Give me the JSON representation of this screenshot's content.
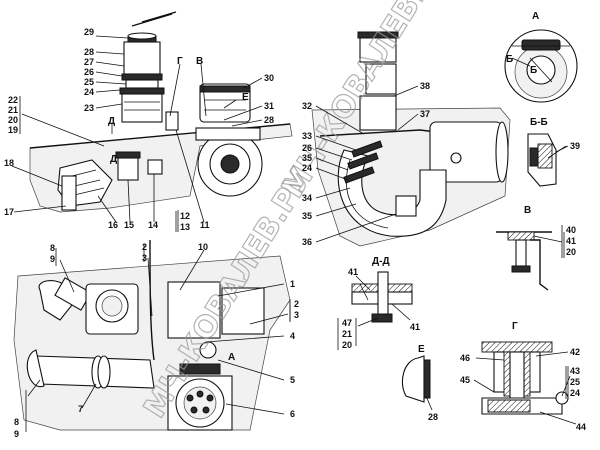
{
  "watermark": "МЧ-КОВАЛЕВ.РУ",
  "callouts": {
    "c29": "29",
    "c28a": "28",
    "c27": "27",
    "c26a": "26",
    "c25a": "25",
    "c24a": "24",
    "c23": "23",
    "c22": "22",
    "c21a": "21",
    "c20a": "20",
    "c19": "19",
    "cD1": "Д",
    "cD2": "Д",
    "cG1": "Г",
    "cV1": "В",
    "c30": "30",
    "cE1": "Е",
    "c31": "31",
    "c28b": "28",
    "c18": "18",
    "c17": "17",
    "c16": "16",
    "c15": "15",
    "c14": "14",
    "c12a": "12",
    "c13a": "13",
    "c11": "11",
    "c38": "38",
    "c32": "32",
    "c37": "37",
    "c33": "33",
    "c26b": "26",
    "c35a": "35",
    "c24b": "24",
    "c34": "34",
    "c35b": "35",
    "c36": "36",
    "cA_title": "А",
    "cB_in": "Б",
    "cB_out": "Б",
    "cBB_title": "Б-Б",
    "c39": "39",
    "cV_title": "В",
    "c40": "40",
    "c41a": "41",
    "c20b": "20",
    "c8a": "8",
    "c9a": "9",
    "c2": "2",
    "c3a": "3",
    "c10": "10",
    "c1": "1",
    "c2b": "2",
    "c3b": "3",
    "c4": "4",
    "cA_mark": "А",
    "c5": "5",
    "c6": "6",
    "c7": "7",
    "c8b": "8",
    "c9b": "9",
    "cDD_title": "Д-Д",
    "c41b": "41",
    "c47": "47",
    "c21b": "21",
    "c20c": "20",
    "c41c": "41",
    "cE_title": "Е",
    "c28c": "28",
    "cG_title": "Г",
    "c46": "46",
    "c42": "42",
    "c45": "45",
    "c43": "43",
    "c25b": "25",
    "c24c": "24",
    "c44": "44"
  }
}
